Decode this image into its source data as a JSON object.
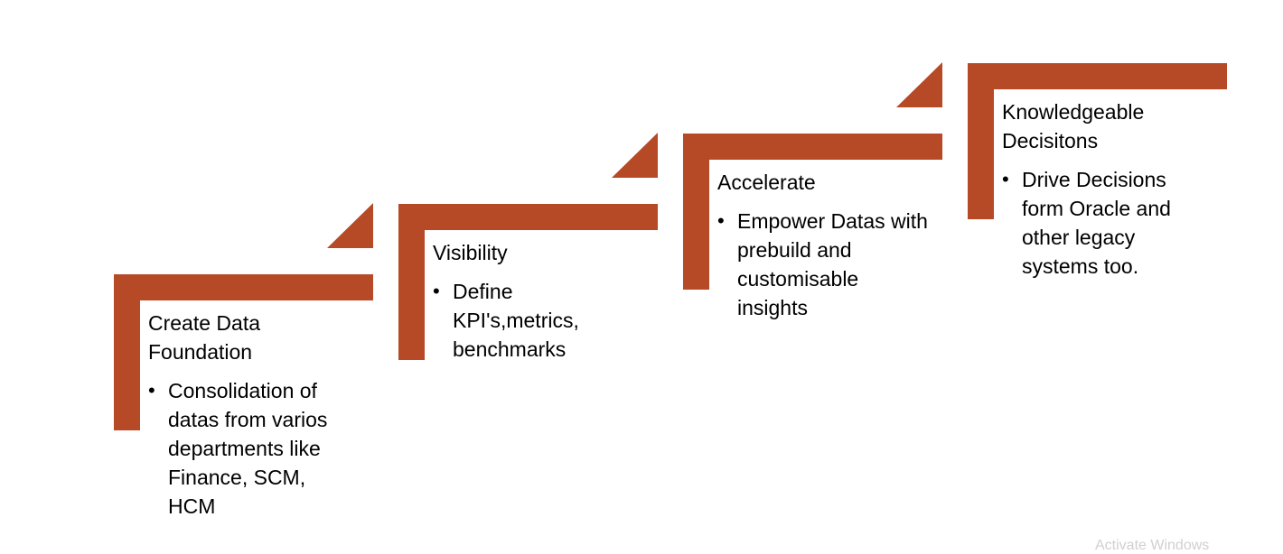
{
  "colors": {
    "accent": "#B64A27",
    "text": "#000000",
    "background": "#FFFFFF"
  },
  "steps": [
    {
      "title": "Create Data\nFoundation",
      "bullet": "Consolidation of datas from varios departments like Finance, SCM, HCM"
    },
    {
      "title": "Visibility",
      "bullet": "Define KPI's,metrics, benchmarks"
    },
    {
      "title": "Accelerate",
      "bullet": "Empower Datas with prebuild and customisable insights"
    },
    {
      "title": "Knowledgeable\nDecisitons",
      "bullet": "Drive Decisions form Oracle and other legacy systems too."
    }
  ],
  "bullet_glyph": "•",
  "watermark": "Activate Windows"
}
